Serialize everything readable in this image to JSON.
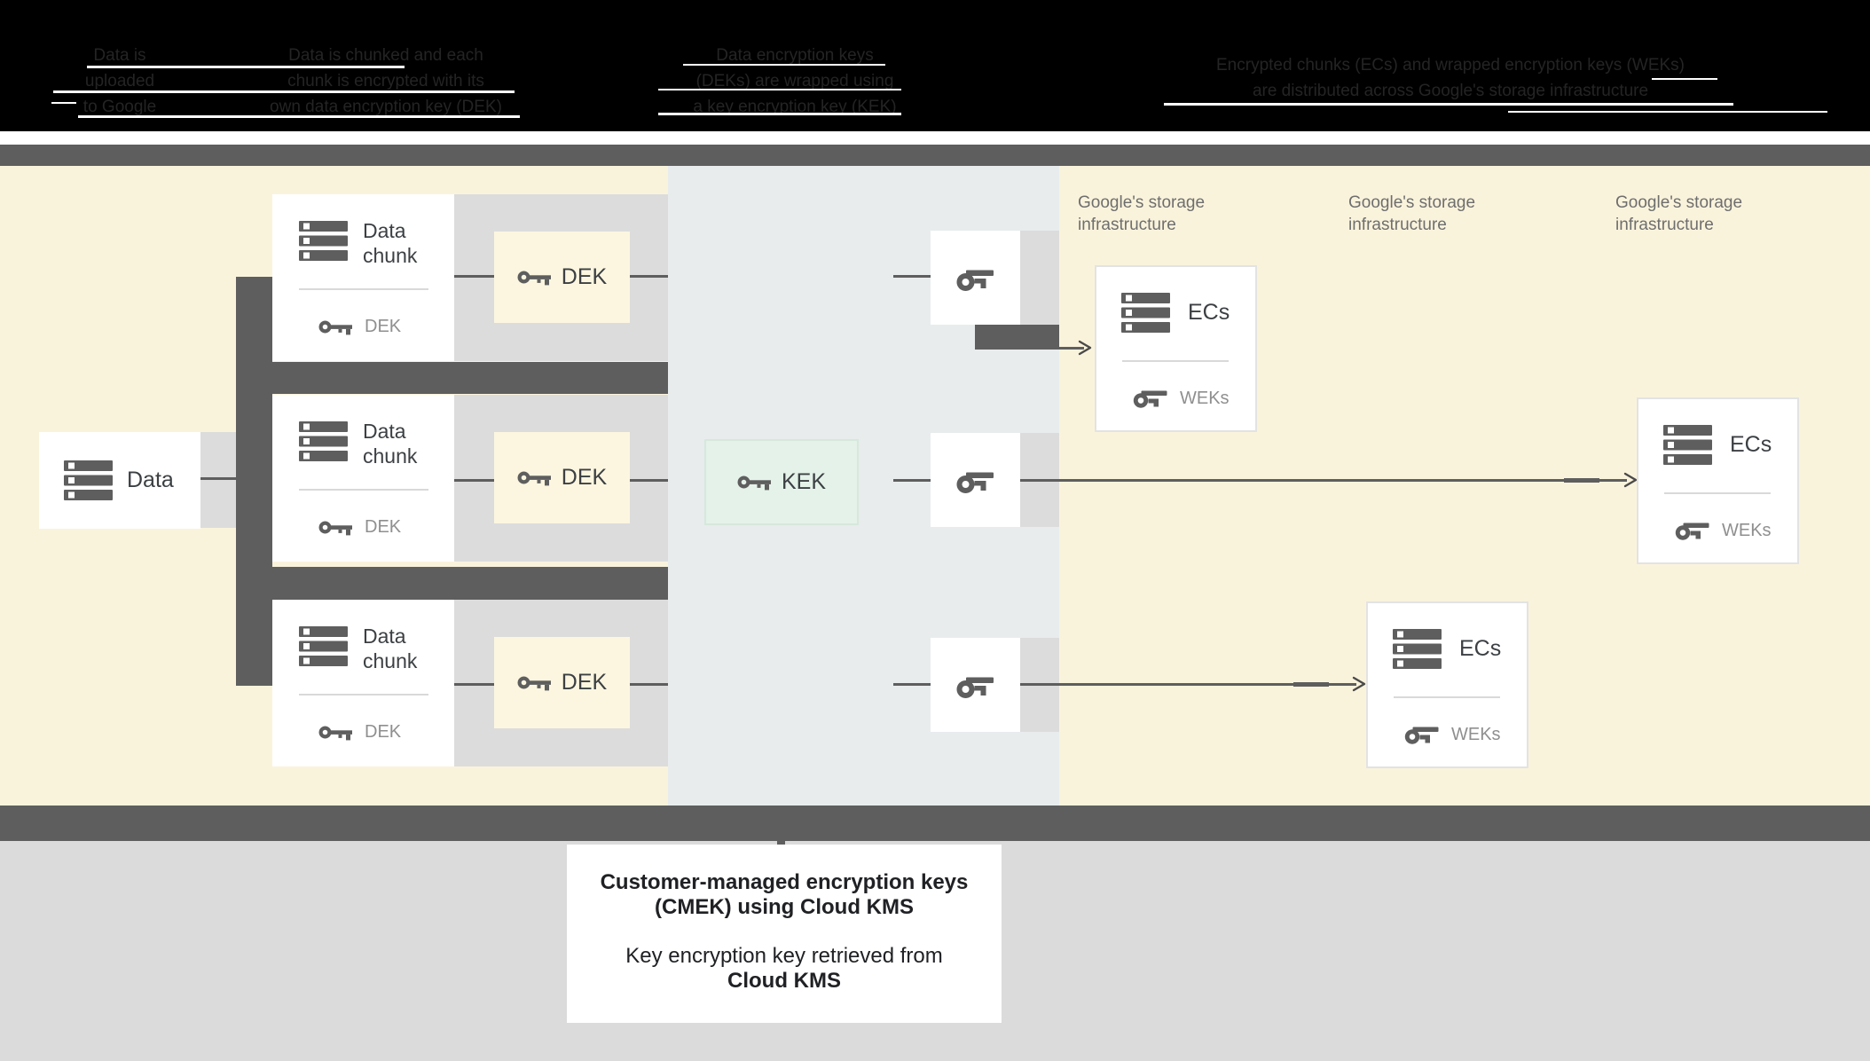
{
  "header": {
    "steps": [
      {
        "lines": [
          "Data is",
          "uploaded",
          "to Google"
        ]
      },
      {
        "lines": [
          "Data is chunked and each",
          "chunk is encrypted with its",
          "own data encryption key (DEK)"
        ]
      },
      {
        "lines": [
          "Data encryption keys",
          "(DEKs) are wrapped using",
          "a key encryption key (KEK)"
        ]
      },
      {
        "lines": [
          "Encrypted chunks (ECs) and wrapped encryption keys (WEKs)",
          "are distributed across Google's storage infrastructure"
        ]
      }
    ]
  },
  "diagram": {
    "data_box_label": "Data",
    "chunk_title_line1": "Data",
    "chunk_title_line2": "chunk",
    "chunk_key_label": "DEK",
    "dek_label": "DEK",
    "kek_label": "KEK",
    "storage_label_line1": "Google's storage",
    "storage_label_line2": "infrastructure",
    "ec_label": "ECs",
    "weks_label": "WEKs"
  },
  "callout": {
    "title_line1": "Customer-managed encryption keys",
    "title_line2": "(CMEK) using Cloud KMS",
    "body_line1": "Key encryption key retrieved from",
    "body_line2": "Cloud KMS"
  },
  "colors": {
    "black": "#000000",
    "cream": "#FAF3DC",
    "mid": "#E8ECED",
    "dark": "#5E5E5E",
    "group_gray": "#DCDCDC",
    "dek_yellow": "#FCF6E0",
    "kek_green": "#E4F2E9",
    "bottom_gray": "#DBDBDB",
    "label_gray": "#6E6E6E",
    "box_text": "#3C4043",
    "faint_text": "#8F8F8F",
    "header_text": "#242424",
    "divider": "#D9D9D9",
    "ec_border": "#E3E3E3",
    "callout_text": "#202124"
  }
}
